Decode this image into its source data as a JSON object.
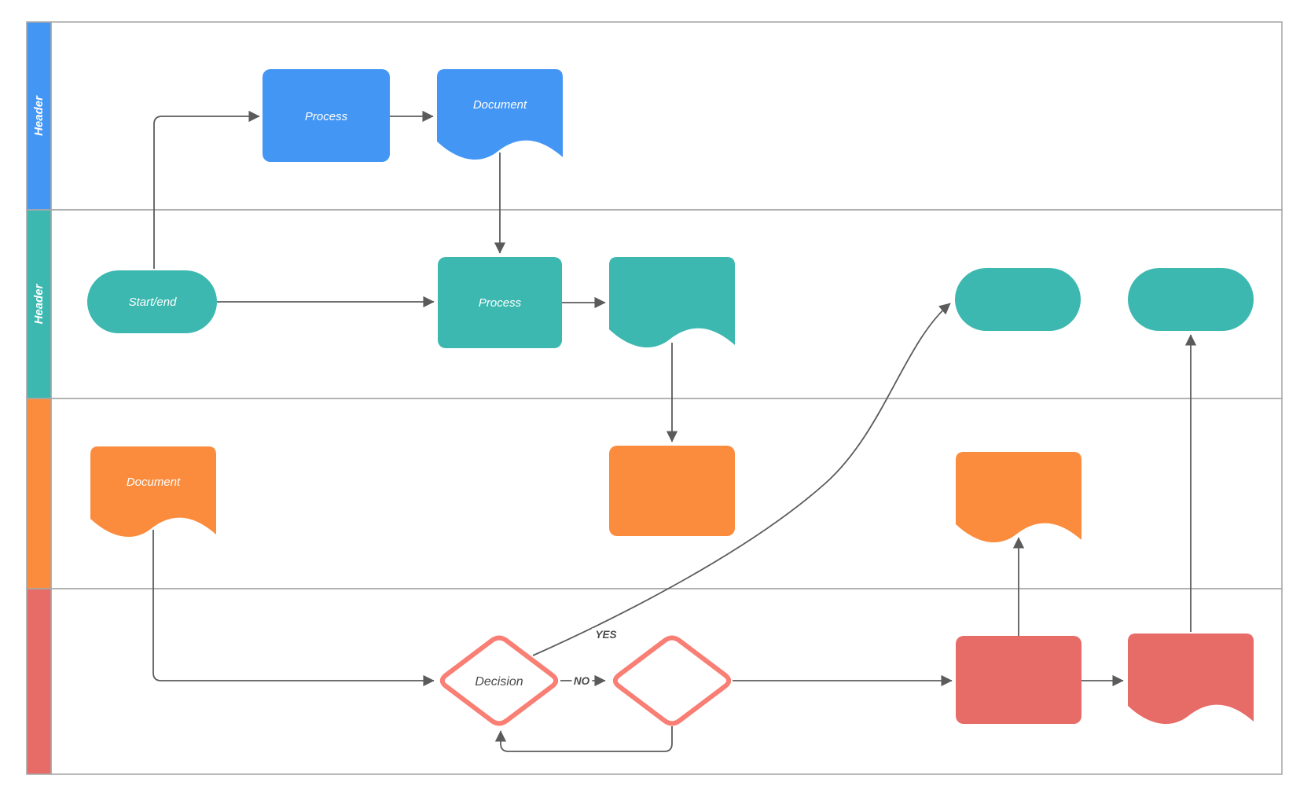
{
  "lanes": [
    {
      "header": "Header",
      "color_name": "blue"
    },
    {
      "header": "Header",
      "color_name": "teal"
    },
    {
      "header": "",
      "color_name": "orange"
    },
    {
      "header": "",
      "color_name": "red"
    }
  ],
  "shapes": {
    "blue_process": {
      "label": "Process",
      "type": "process"
    },
    "blue_document": {
      "label": "Document",
      "type": "document"
    },
    "start_end": {
      "label": "Start/end",
      "type": "terminator"
    },
    "teal_process": {
      "label": "Process",
      "type": "process"
    },
    "teal_document": {
      "label": "",
      "type": "document"
    },
    "terminator_1": {
      "label": "",
      "type": "terminator"
    },
    "terminator_2": {
      "label": "",
      "type": "terminator"
    },
    "orange_document_left": {
      "label": "Document",
      "type": "document"
    },
    "orange_process": {
      "label": "",
      "type": "process"
    },
    "orange_document_right": {
      "label": "",
      "type": "document"
    },
    "decision": {
      "label": "Decision",
      "type": "decision"
    },
    "decision_2": {
      "label": "",
      "type": "decision"
    },
    "red_process": {
      "label": "",
      "type": "process"
    },
    "red_document": {
      "label": "",
      "type": "document"
    }
  },
  "connector_labels": {
    "yes": "YES",
    "no": "NO"
  },
  "colors": {
    "blue": "#4496f5",
    "teal": "#3cb8b0",
    "orange": "#fb8c3d",
    "red": "#e76b67",
    "red_outline": "#f97e74",
    "lane_border": "#a8a8a8",
    "connector": "#5b5b5b",
    "label_dark": "#4a4a4a",
    "canvas": "#ffffff"
  }
}
